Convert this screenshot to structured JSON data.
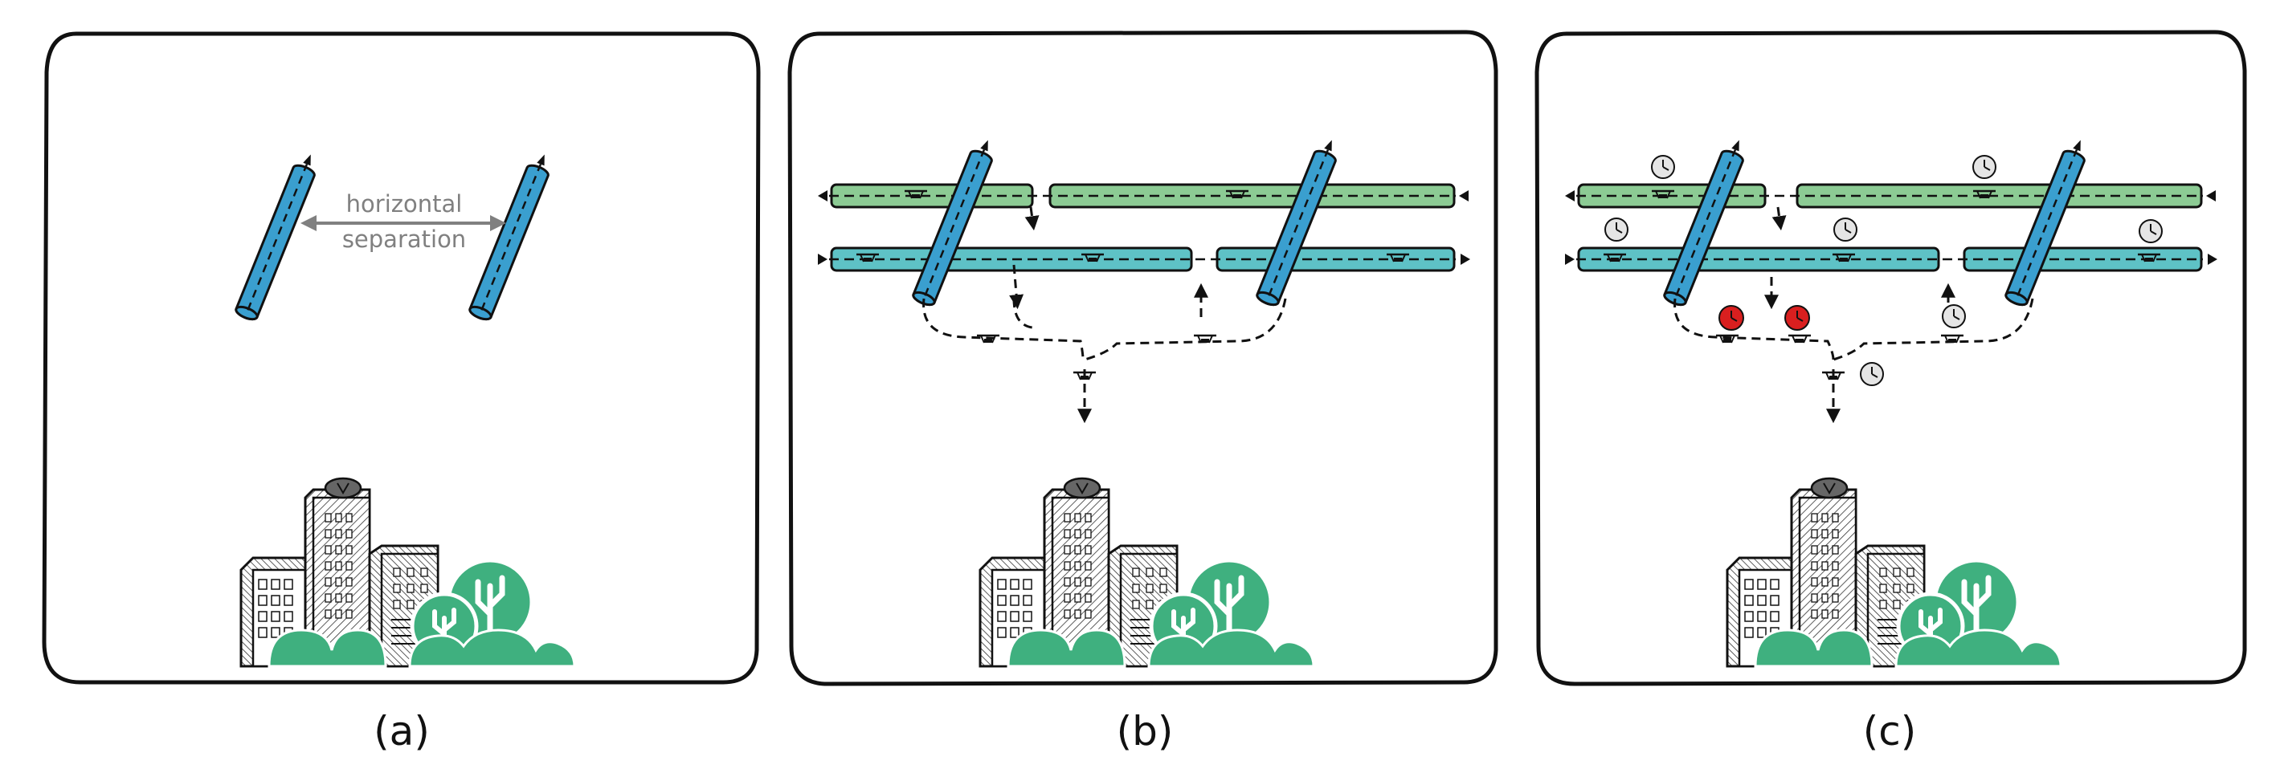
{
  "figure": {
    "panels": [
      {
        "id": "a",
        "caption": "(a)",
        "annotation": {
          "line1": "horizontal",
          "line2": "separation"
        }
      },
      {
        "id": "b",
        "caption": "(b)"
      },
      {
        "id": "c",
        "caption": "(c)"
      }
    ]
  },
  "colors": {
    "tube_blue": "#3a9fcf",
    "lane_green": "#8ccb94",
    "lane_teal": "#5ec2c6",
    "foliage_green": "#3fb07f",
    "delay_red": "#d91f1f",
    "clock_grey": "#dcdcdc",
    "annotation_grey": "#808080",
    "outline": "#111111"
  },
  "icons": [
    "clock-icon",
    "delayed-clock-icon",
    "drone-icon",
    "direction-arrow-icon"
  ]
}
